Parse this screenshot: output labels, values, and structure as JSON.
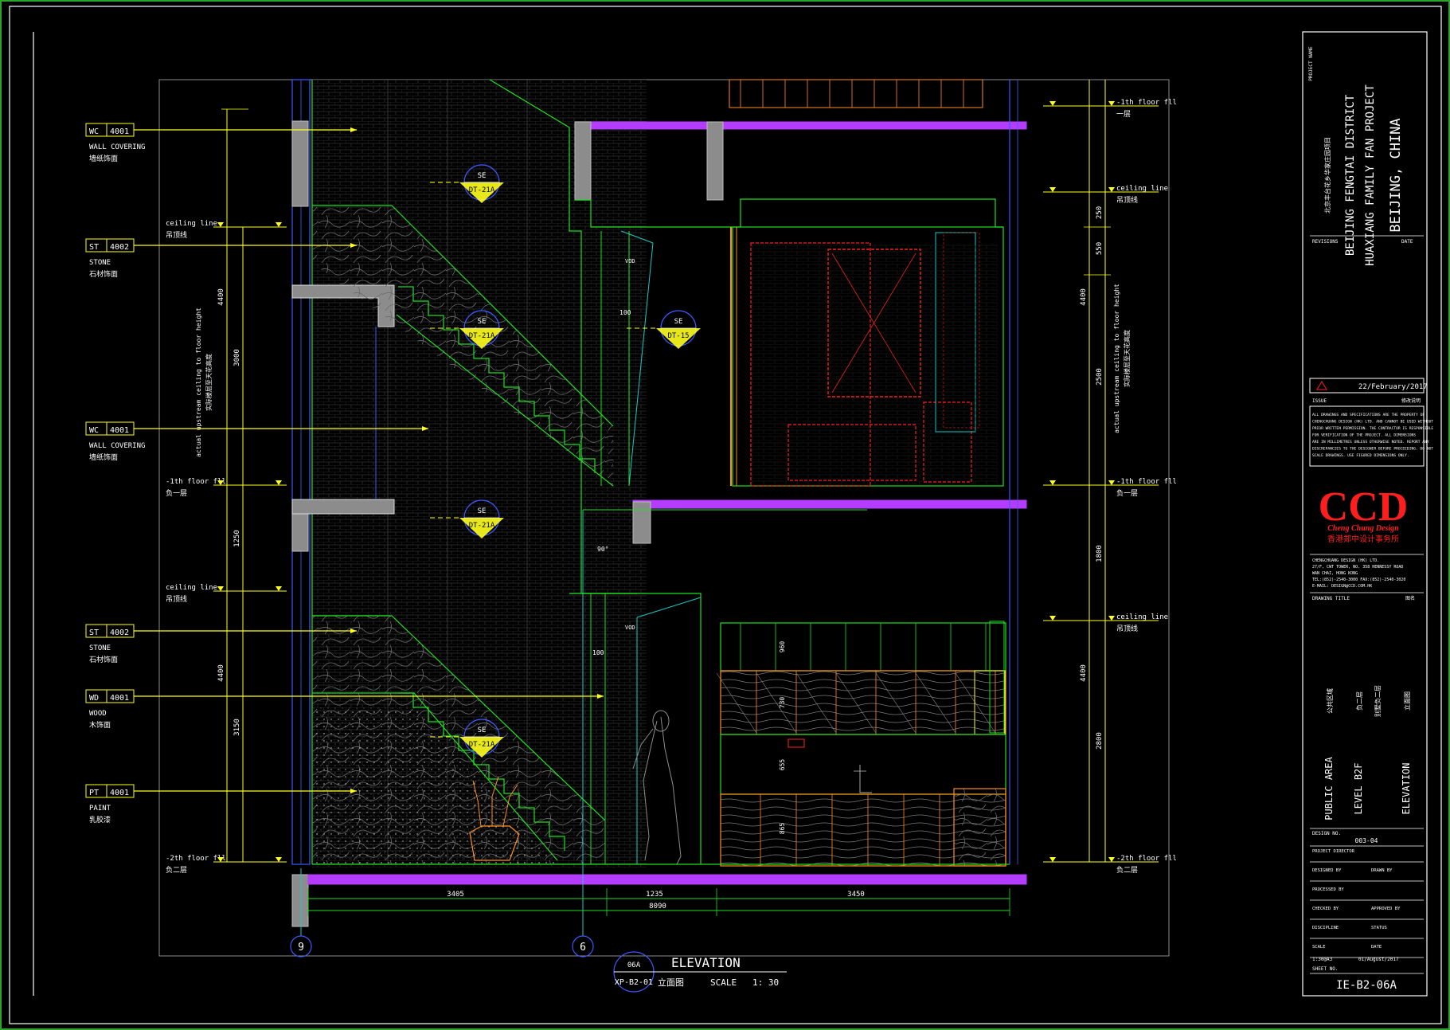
{
  "colors": {
    "bg": "#000000",
    "frame": "#ffffff",
    "outline": "#1fe01f",
    "yellow": "#ffff1e",
    "cyan": "#1ec8c8",
    "blue": "#3c5aff",
    "purple": "#b43cff",
    "red": "#ff1e1e",
    "orange": "#ff8c1e",
    "gray": "#8c8c8c",
    "green": "#1fe01f",
    "brand": "#ff1e1e"
  },
  "material_tags": [
    {
      "code": "WC",
      "num": "4001",
      "name": "WALL COVERING",
      "cn": "墙纸饰面"
    },
    {
      "code": "ST",
      "num": "4002",
      "name": "STONE",
      "cn": "石材饰面"
    },
    {
      "code": "WC",
      "num": "4001",
      "name": "WALL COVERING",
      "cn": "墙纸饰面"
    },
    {
      "code": "ST",
      "num": "4002",
      "name": "STONE",
      "cn": "石材饰面"
    },
    {
      "code": "WD",
      "num": "4001",
      "name": "WOOD",
      "cn": "木饰面"
    },
    {
      "code": "PT",
      "num": "4001",
      "name": "PAINT",
      "cn": "乳胶漆"
    }
  ],
  "level_marks_left": [
    {
      "label": "ceiling line",
      "cn": "吊顶线"
    },
    {
      "label": "-1th floor fll",
      "cn": "负一层"
    },
    {
      "label": "ceiling line",
      "cn": "吊顶线"
    },
    {
      "label": "-2th floor fll",
      "cn": "负二层"
    }
  ],
  "level_marks_right": [
    {
      "label": "-1th floor fll",
      "cn": "一层"
    },
    {
      "label": "ceiling line",
      "cn": "吊顶线"
    },
    {
      "label": "-1th floor fll",
      "cn": "负一层"
    },
    {
      "label": "ceiling line",
      "cn": "吊顶线"
    },
    {
      "label": "-2th floor fll",
      "cn": "负二层"
    }
  ],
  "dims_left": [
    "4400",
    "3000",
    "1250",
    "4400",
    "3150"
  ],
  "dims_right": [
    "250",
    "550",
    "4400",
    "2500",
    "1800",
    "4400",
    "2800"
  ],
  "dims_left_note": [
    "actual upstream ceiling to floor height",
    "实际楼层至天花高度"
  ],
  "dims_right_note": [
    "actual upstream ceiling to floor height",
    "实际楼层至天花高度"
  ],
  "dims_bottom": {
    "segments": [
      "3405",
      "1235",
      "3450"
    ],
    "total": "8090"
  },
  "dims_misc": {
    "v100a": "100",
    "v100b": "100",
    "angle": "90°",
    "cab1": "960",
    "cab2": "730",
    "cab3": "655",
    "cab4": "865"
  },
  "section_markers": [
    {
      "top": "SE",
      "bottom": "DT-21A"
    },
    {
      "top": "SE",
      "bottom": "DT-21A"
    },
    {
      "top": "SE",
      "bottom": "DT-15"
    },
    {
      "top": "SE",
      "bottom": "DT-21A"
    },
    {
      "top": "SE",
      "bottom": "DT-21A"
    }
  ],
  "grid_labels": [
    "9",
    "6"
  ],
  "small_labels": {
    "vod1": "VOD",
    "vod2": "VOD"
  },
  "title_block": {
    "project_name_label": "PROJECT NAME",
    "project_name_cn": "北京丰台花乡华家庄园项目",
    "project_lines": [
      "BEIJING FENGTAI DISTRICT",
      "HUAXIANG FAMILY FAN PROJECT",
      "BEIJING, CHINA"
    ],
    "revisions": "REVISIONS",
    "date": "DATE",
    "rev_date": "22/February/2017",
    "rev_note": "修改说明",
    "issue_label": "ISSUE",
    "notes": [
      "ALL DRAWINGS AND SPECIFICATIONS ARE THE PROPERTY OF",
      "CHENGCHUANG DESIGN (HK) LTD. AND CANNOT BE USED WITHOUT",
      "PRIOR WRITTEN PERMISSION. THE CONTRACTOR IS RESPONSIBLE",
      "FOR VERIFICATION OF THE PROJECT. ALL DIMENSIONS",
      "ARE IN MILLIMETRES UNLESS OTHERWISE NOTED. REPORT ANY",
      "DISCREPANCIES TO THE DESIGNER BEFORE PROCEEDING. DO NOT",
      "SCALE DRAWINGS. USE FIGURED DIMENSIONS ONLY."
    ],
    "logo": "CCD",
    "logo_sub": "Cheng Chung Design",
    "logo_cn": "香港郑中设计事务所",
    "company": [
      "CHENGCHUANG DESIGN (HK) LTD.",
      "27/F, CWT TOWER, NO. 358 HENNESSY ROAD",
      "WAN CHAI, HONG KONG",
      "TEL:(852)-2540-3000   FAX:(852)-2540-3020",
      "E-MAIL: DESIGN@CCD.COM.HK"
    ],
    "drawing_title_label": "DRAWING TITLE",
    "drawing_title_cn": "图名",
    "drawing_lines": [
      {
        "en": "PUBLIC AREA",
        "cn": "公共区域"
      },
      {
        "en": "LEVEL B2F",
        "cn": "负二层"
      },
      {
        "en": "",
        "cn": "别墅负二层"
      },
      {
        "en": "ELEVATION",
        "cn": "立面图"
      }
    ],
    "design_no_label": "DESIGN NO.",
    "design_no": "003-04",
    "fields": [
      {
        "l": "PROJECT DIRECTOR",
        "r": ""
      },
      {
        "l": "DESIGNED BY",
        "r": "DRAWN BY"
      },
      {
        "l": "PROCESSED BY",
        "r": ""
      },
      {
        "l": "CHECKED BY",
        "r": "APPROVED BY"
      },
      {
        "l": "DISCIPLINE",
        "r": "STATUS"
      },
      {
        "l": "SCALE",
        "r": "DATE"
      }
    ],
    "scale_value": "1:30@A3",
    "date_value": "01/August/2017",
    "sheet_no_label": "SHEET NO.",
    "sheet_no": "IE-B2-06A"
  },
  "drawing_title": {
    "number": "06A",
    "ref": "XP-B2-01",
    "title": "ELEVATION",
    "title_cn": "立面图",
    "scale_label": "SCALE",
    "scale": "1:  30"
  }
}
